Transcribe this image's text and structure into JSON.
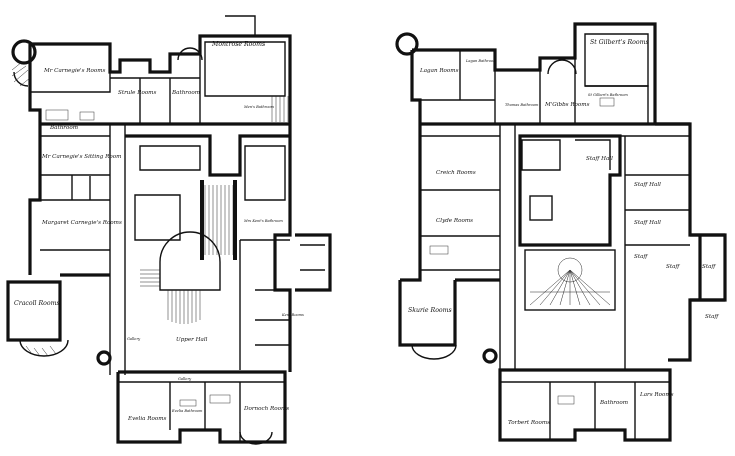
{
  "plans": [
    {
      "id": "left-floor",
      "rooms": [
        {
          "key": "mr-carnegie",
          "label": "Mr Carnegie's Rooms"
        },
        {
          "key": "strule",
          "label": "Strule Rooms"
        },
        {
          "key": "bathroom-a",
          "label": "Bathroom"
        },
        {
          "key": "montrose",
          "label": "Montrose Rooms"
        },
        {
          "key": "mens-bath",
          "label": "Men's Bathroom"
        },
        {
          "key": "bathroom-b",
          "label": "Bathroom"
        },
        {
          "key": "sitting-room",
          "label": "Mr Carnegie's Sitting Room"
        },
        {
          "key": "margaret",
          "label": "Margaret Carnegie's Rooms"
        },
        {
          "key": "cracoll",
          "label": "Cracoll Rooms"
        },
        {
          "key": "gallery-a",
          "label": "Gallery"
        },
        {
          "key": "upper-hall",
          "label": "Upper Hall"
        },
        {
          "key": "gallery-b",
          "label": "Gallery"
        },
        {
          "key": "evelia",
          "label": "Evelia Rooms"
        },
        {
          "key": "evelia-bath",
          "label": "Evelia Bathroom"
        },
        {
          "key": "dornoch",
          "label": "Dornoch Rooms"
        },
        {
          "key": "maids-bath",
          "label": "Mrs Kent's Bathroom"
        },
        {
          "key": "kent-rooms",
          "label": "Kent Rooms"
        }
      ]
    },
    {
      "id": "right-floor",
      "rooms": [
        {
          "key": "lagan",
          "label": "Lagan Rooms"
        },
        {
          "key": "st-gilberts",
          "label": "St Gilbert's Rooms"
        },
        {
          "key": "st-gilberts-bath",
          "label": "St Gilbert's Bathroom"
        },
        {
          "key": "thomas-bath",
          "label": "Thomas Bathroom"
        },
        {
          "key": "mcgibb",
          "label": "M'Gibbs Rooms"
        },
        {
          "key": "lagan-bath",
          "label": "Lagan Bathroom"
        },
        {
          "key": "staff-hall",
          "label": "Staff Hall"
        },
        {
          "key": "staff-1",
          "label": "Staff Hall"
        },
        {
          "key": "staff-2",
          "label": "Staff Hall"
        },
        {
          "key": "creich",
          "label": "Creich Rooms"
        },
        {
          "key": "clyde",
          "label": "Clyde Rooms"
        },
        {
          "key": "staff-3",
          "label": "Staff"
        },
        {
          "key": "staff-4",
          "label": "Staff"
        },
        {
          "key": "staff-5",
          "label": "Staff"
        },
        {
          "key": "staff-6",
          "label": "Staff"
        },
        {
          "key": "skurie",
          "label": "Skurie Rooms"
        },
        {
          "key": "bath-r",
          "label": "Bathroom"
        },
        {
          "key": "torbert",
          "label": "Torbert Rooms"
        },
        {
          "key": "lars",
          "label": "Lars Rooms"
        }
      ]
    }
  ]
}
